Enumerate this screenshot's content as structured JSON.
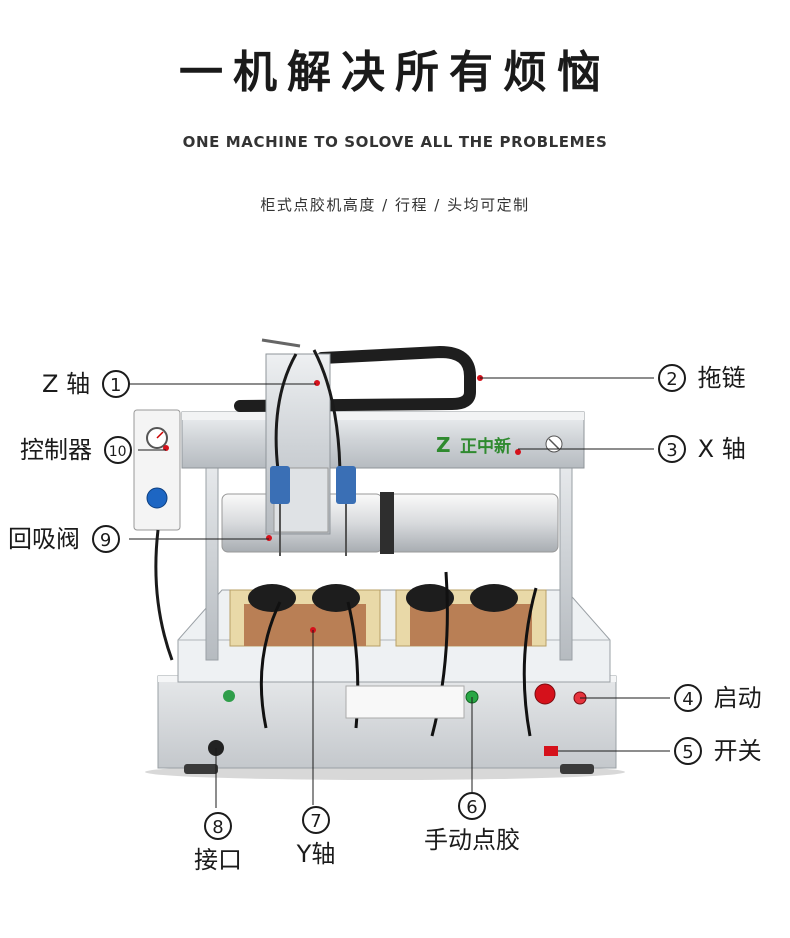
{
  "header": {
    "title": "一机解决所有烦恼",
    "subtitle": "ONE MACHINE TO SOLOVE ALL THE PROBLEMES",
    "description": "柜式点胶机高度 / 行程 / 头均可定制"
  },
  "brand": {
    "logo_text": "正中新"
  },
  "callouts": {
    "z_axis": {
      "num": "1",
      "label": "Z 轴"
    },
    "drag_chain": {
      "num": "2",
      "label": "拖链"
    },
    "x_axis": {
      "num": "3",
      "label": "X 轴"
    },
    "start": {
      "num": "4",
      "label": "启动"
    },
    "switch": {
      "num": "5",
      "label": "开关"
    },
    "manual_dispense": {
      "num": "6",
      "label": "手动点胶"
    },
    "y_axis": {
      "num": "7",
      "label": "Y轴"
    },
    "interface": {
      "num": "8",
      "label": "接口"
    },
    "suck_back_valve": {
      "num": "9",
      "label": "回吸阀"
    },
    "controller": {
      "num": "10",
      "label": "控制器"
    }
  },
  "colors": {
    "accent_red": "#d5111b",
    "brand_green": "#2f8a2f",
    "frame_silver": "#cfd3d6",
    "bed_wood": "#e7d5a3"
  }
}
